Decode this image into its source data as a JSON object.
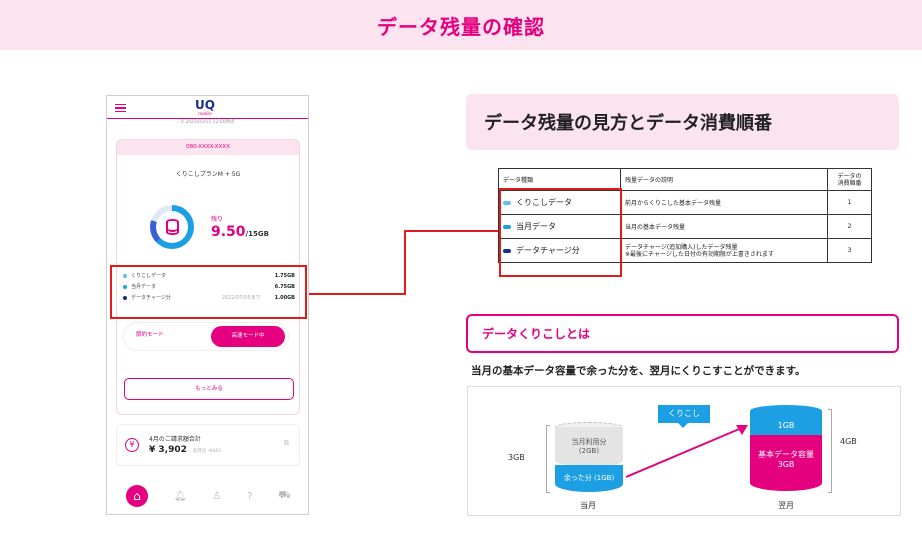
{
  "banner": {
    "title": "データ残量の確認"
  },
  "phone": {
    "logo": "UQ",
    "logo_sub": "mobile",
    "date": "⏱ 2022/03/15 12:00時点",
    "number": "080-XXXX-XXXX",
    "plan": "くりこしプランM + 5G",
    "remaining_label": "残り",
    "remaining_value": "9.50",
    "remaining_total": "/15GB",
    "breakdown": [
      {
        "name": "くりこしデータ",
        "date": "",
        "value": "1.75GB",
        "color": "#5fc0ef"
      },
      {
        "name": "当月データ",
        "date": "",
        "value": "6.75GB",
        "color": "#1d9fe3"
      },
      {
        "name": "データチャージ分",
        "date": "2022/07/05まで",
        "value": "1.00GB",
        "color": "#1b2b8f"
      }
    ],
    "mode_saving": "節約モード",
    "mode_fast": "高速モード中",
    "more": "もっとみる",
    "bill_title": "4月のご請求額合計",
    "bill_value": "¥ 3,902",
    "bill_prev": "前月比 -¥443"
  },
  "section1": {
    "title": "データ残量の見方とデータ消費順番"
  },
  "table": {
    "headers": [
      "データ種類",
      "残量データの説明",
      "データの\n消費順番"
    ],
    "rows": [
      {
        "type": "くりこしデータ",
        "color": "#5fc0ef",
        "desc": "前月からくりこした基本データ残量",
        "order": "1"
      },
      {
        "type": "当月データ",
        "color": "#1d9fe3",
        "desc": "当月の基本データ残量",
        "order": "2"
      },
      {
        "type": "データチャージ分",
        "color": "#1b2b8f",
        "desc": "データチャージ(追加購入)したデータ残量\n※最後にチャージした日付の有効期限が上書きされます",
        "order": "3"
      }
    ]
  },
  "section2": {
    "title": "データくりこしとは",
    "desc": "当月の基本データ容量で余った分を、翌月にくりこすことができます。"
  },
  "diagram": {
    "left_total": "3GB",
    "used": "当月利用分\n(2GB)",
    "leftover": "余った分 (1GB)",
    "this_month": "当月",
    "carry": "くりこし",
    "next_top": "1GB",
    "next_base": "基本データ容量\n3GB",
    "right_total": "4GB",
    "next_month": "翌月"
  }
}
